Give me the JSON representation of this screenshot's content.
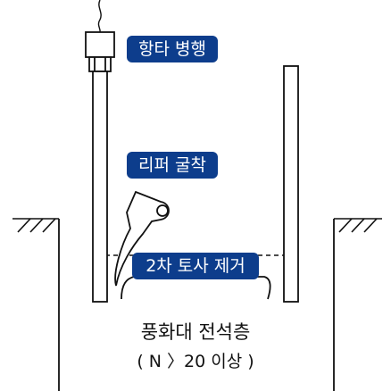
{
  "labels": {
    "pile_driving": "항타 병행",
    "ripper_excavation": "리퍼 굴착",
    "secondary_soil_removal": "2차 토사 제거"
  },
  "ground": {
    "layer_name": "풍화대 전석층",
    "condition": "( N 〉20 이상 )"
  },
  "colors": {
    "label_background": "#0d3d8c",
    "label_text": "#ffffff",
    "line": "#111111"
  }
}
